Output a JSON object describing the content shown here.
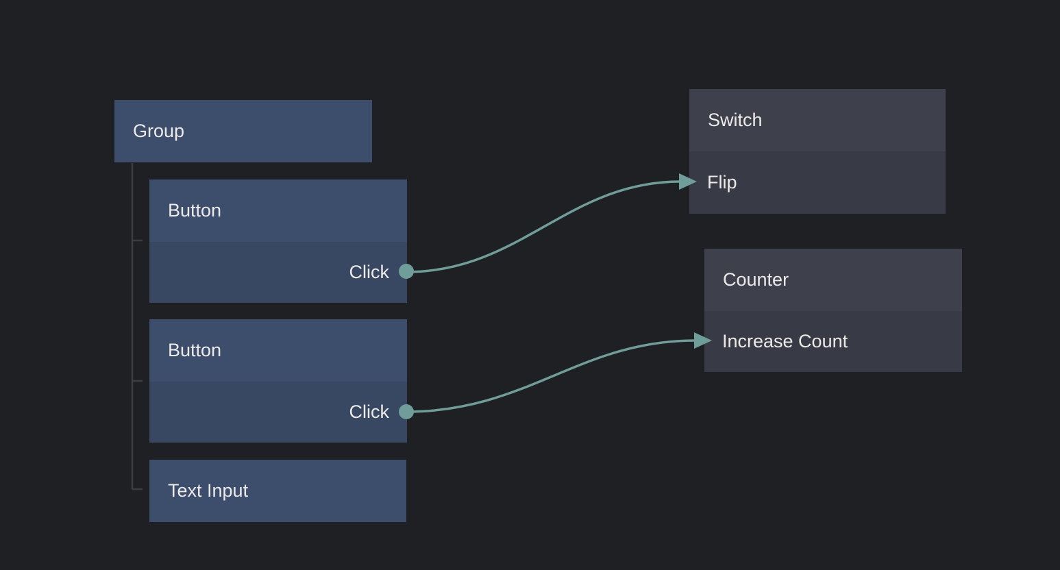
{
  "colors": {
    "background": "#1f2023",
    "node_blue_header": "#3c4e6c",
    "node_blue_body": "#394862",
    "node_gray_header": "#3e414c",
    "node_gray_body": "#383b45",
    "wire": "#6f9d99",
    "tree_line": "#3d3d3f",
    "text": "#eceae7"
  },
  "nodes": {
    "group": {
      "title": "Group"
    },
    "button1": {
      "title": "Button",
      "output_port": "Click"
    },
    "button2": {
      "title": "Button",
      "output_port": "Click"
    },
    "text_input": {
      "title": "Text Input"
    },
    "switch": {
      "title": "Switch",
      "input_port": "Flip"
    },
    "counter": {
      "title": "Counter",
      "input_port": "Increase Count"
    }
  },
  "hierarchy": {
    "parent": "Group",
    "children": [
      "Button",
      "Button",
      "Text Input"
    ]
  },
  "connections": [
    {
      "from_node": "Button",
      "from_port": "Click",
      "to_node": "Switch",
      "to_port": "Flip"
    },
    {
      "from_node": "Button",
      "from_port": "Click",
      "to_node": "Counter",
      "to_port": "Increase Count"
    }
  ]
}
